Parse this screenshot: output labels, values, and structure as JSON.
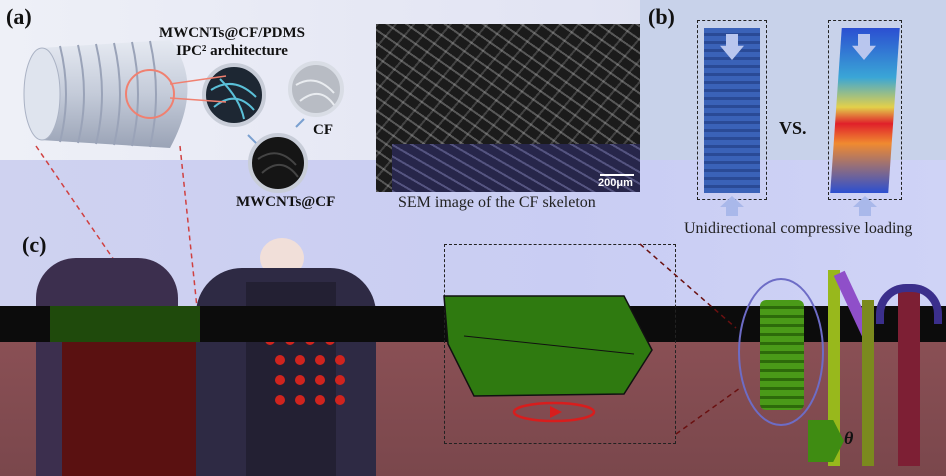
{
  "panel_labels": {
    "a": "(a)",
    "b": "(b)",
    "c": "(c)"
  },
  "panel_a": {
    "title_line1": "MWCNTs@CF/PDMS",
    "title_line2": "IPC² architecture",
    "cf_label": "CF",
    "mwcnt_label": "MWCNTs@CF",
    "scale_bar": "200μm",
    "sem_caption": "SEM image of the CF skeleton"
  },
  "panel_b": {
    "vs_label": "VS.",
    "caption": "Unidirectional compressive loading"
  },
  "panel_c": {
    "theta_label": "θ"
  },
  "colors": {
    "top_band": "#dcdff4",
    "mid_band": "#cbd0f2",
    "lower_band": "#8d4f55",
    "cylinder": "#bfc6d6",
    "sem_dark": "#1b1b1b",
    "heat_red": "#e0202a",
    "heat_blue": "#2b4fd1",
    "green_overlay": "#2f7a10",
    "dark_overlay": "#101010"
  }
}
